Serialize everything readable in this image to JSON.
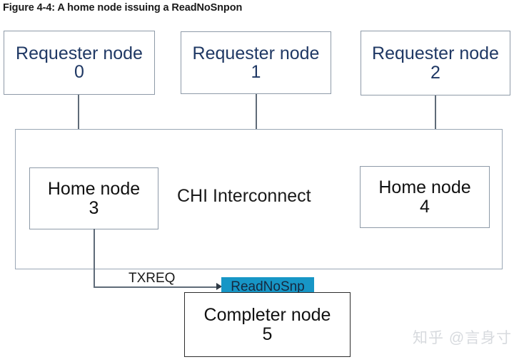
{
  "figure": {
    "caption": "Figure 4-4: A home node issuing a ReadNoSnpon"
  },
  "requester_nodes": [
    {
      "title": "Requester node",
      "id": "0"
    },
    {
      "title": "Requester node",
      "id": "1"
    },
    {
      "title": "Requester node",
      "id": "2"
    }
  ],
  "interconnect": {
    "label": "CHI Interconnect"
  },
  "home_nodes": [
    {
      "title": "Home node",
      "id": "3"
    },
    {
      "title": "Home node",
      "id": "4"
    }
  ],
  "completer_node": {
    "title": "Completer node",
    "id": "5"
  },
  "flow": {
    "channel_label": "TXREQ",
    "message_label": "ReadNoSnp"
  },
  "watermark": {
    "text": "知乎 @言身寸"
  },
  "colors": {
    "requester_text": "#1f3864",
    "node_border": "#8e9aa8",
    "interconnect_border": "#9aa7b5",
    "completer_border": "#2d2d2d",
    "connector_line": "#5f6b78",
    "message_badge_bg": "#1796c6",
    "message_badge_text": "#16283f",
    "watermark": "#d7dade",
    "caption_text": "#1a1a1a"
  }
}
